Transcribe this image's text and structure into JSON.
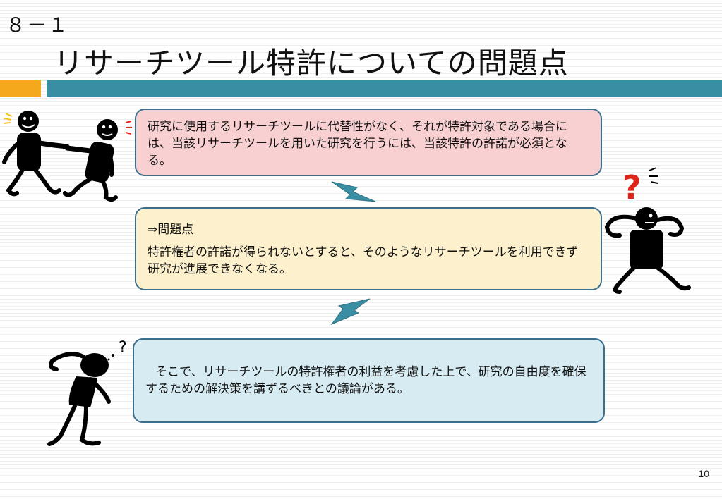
{
  "header": {
    "section_number": "８－１",
    "title": "リサーチツール特許についての問題点"
  },
  "boxes": {
    "premise": "研究に使用するリサーチツールに代替性がなく、それが特許対象である場合には、当該リサーチツールを用いた研究を行うには、当該特許の許諾が必須となる。",
    "problem_heading": "⇒問題点",
    "problem_body": "特許権者の許諾が得られないとすると、そのようなリサーチツールを利用できず研究が進展できなくなる。",
    "solution": "そこで、リサーチツールの特許権者の利益を考慮した上で、研究の自由度を確保するための解決策を講ずるべきとの議論がある。"
  },
  "figures": {
    "question_mark": "?",
    "thought_mark": "?"
  },
  "colors": {
    "accent_orange": "#f3a91b",
    "accent_teal": "#3a8ea3",
    "premise_bg": "#f8d0d1",
    "problem_bg": "#fdf1cd",
    "solution_bg": "#d6ecf2",
    "arrow": "#3a8ea3",
    "question_red": "#e0261b"
  },
  "icons": {
    "tug_of_war": "tug-of-war-figures-icon",
    "confused_person": "confused-person-icon",
    "thinking_person": "thinking-person-icon",
    "down_arrow": "lightning-down-arrow-icon"
  },
  "footer": {
    "page_number": "10"
  }
}
